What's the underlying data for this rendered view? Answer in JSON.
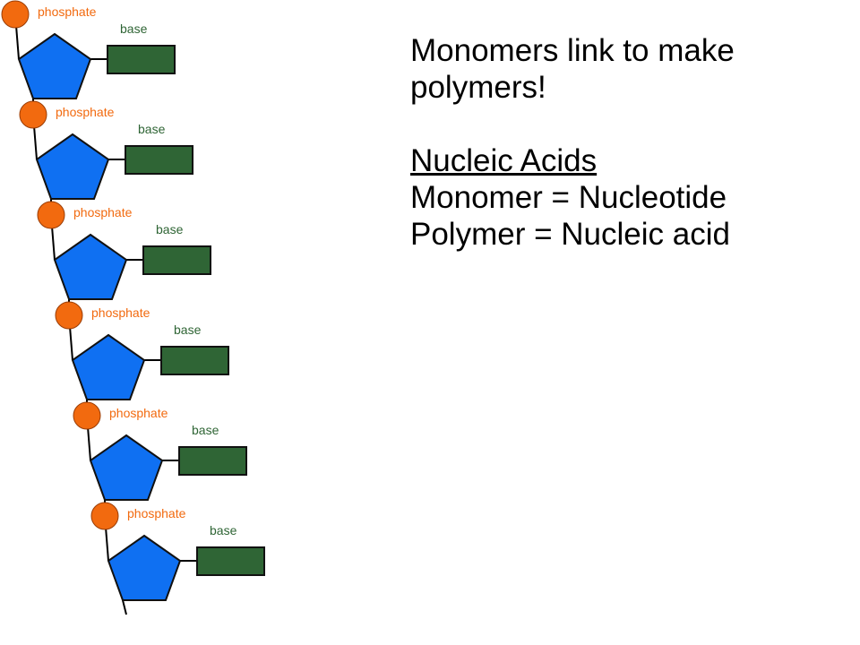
{
  "colors": {
    "phosphate": "#f26a0f",
    "sugar": "#0f70f2",
    "base": "#2f6535",
    "phosphate_label": "#f26a0f",
    "base_label": "#2f6535",
    "text": "#000000"
  },
  "labels": {
    "phosphate": "phosphate",
    "base": "base"
  },
  "nucleotides": [
    {
      "phosphate_label": "phosphate",
      "base_label": "base"
    },
    {
      "phosphate_label": "phosphate",
      "base_label": "base"
    },
    {
      "phosphate_label": "phosphate",
      "base_label": "base"
    },
    {
      "phosphate_label": "phosphate",
      "base_label": "base"
    },
    {
      "phosphate_label": "phosphate",
      "base_label": "base"
    },
    {
      "phosphate_label": "phosphate",
      "base_label": "base"
    }
  ],
  "text": {
    "title_line1": "Monomers link to make",
    "title_line2": "polymers!",
    "heading": "Nucleic Acids",
    "monomer_line": "Monomer = Nucleotide",
    "polymer_line": "Polymer = Nucleic acid"
  }
}
